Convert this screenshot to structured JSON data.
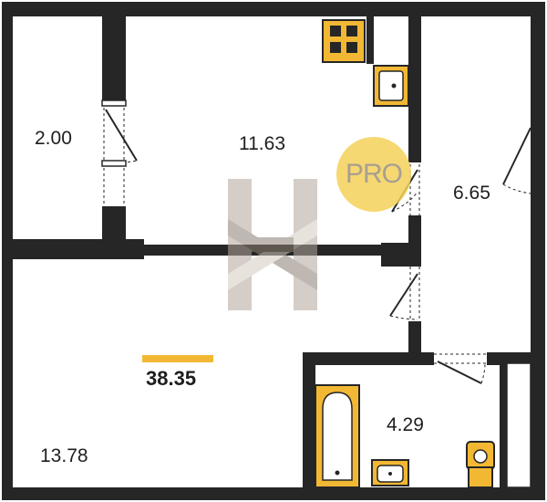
{
  "rooms": {
    "storage_area": "2.00",
    "kitchen_area": "11.63",
    "hall_area": "6.65",
    "living_area": "13.78",
    "bathroom_area": "4.29"
  },
  "total_area": "38.35",
  "badge": {
    "text": "PRO",
    "color": "#f5d25a"
  },
  "colors": {
    "wall": "#262626",
    "accent": "#f2b834",
    "watermark": "#8c7f74"
  },
  "icons": [
    "stove-icon",
    "sink-icon",
    "bathtub-icon",
    "toilet-icon",
    "washbasin-icon",
    "door-swing-icon",
    "watermark-logo"
  ]
}
